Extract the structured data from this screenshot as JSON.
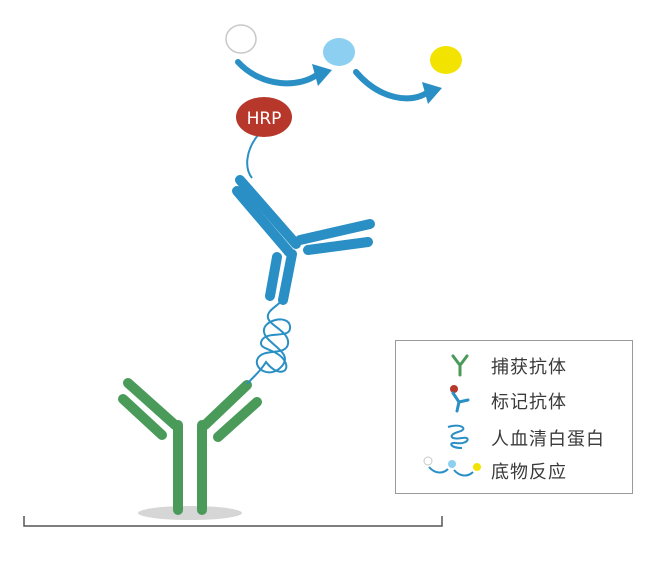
{
  "labels": {
    "enzyme": "HRP"
  },
  "legend": {
    "items": [
      {
        "name": "capture-antibody",
        "label": "捕获抗体"
      },
      {
        "name": "labeled-antibody",
        "label": "标记抗体"
      },
      {
        "name": "human-serum-albumin",
        "label": "人血清白蛋白"
      },
      {
        "name": "substrate-reaction",
        "label": "底物反应"
      }
    ]
  },
  "colors": {
    "capture_antibody": "#4a9a5a",
    "labeled_antibody": "#2a8fc4",
    "hrp": "#b7382b",
    "substrate_start": "#e8e8e8",
    "substrate_mid": "#8ccff0",
    "substrate_end": "#f2e400",
    "baseline": "#555555"
  }
}
